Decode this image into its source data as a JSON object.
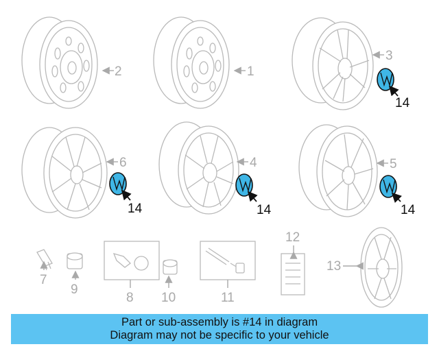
{
  "callouts": {
    "c1": "1",
    "c2": "2",
    "c3": "3",
    "c4": "4",
    "c5": "5",
    "c6": "6",
    "c7": "7",
    "c8": "8",
    "c9": "9",
    "c10": "10",
    "c11": "11",
    "c12": "12",
    "c13": "13",
    "c14a": "14",
    "c14b": "14",
    "c14c": "14",
    "c14d": "14"
  },
  "banner": {
    "line1": "Part or sub-assembly is #14 in diagram",
    "line2": "Diagram may not be specific to your vehicle"
  },
  "colors": {
    "highlight": "#3fb6e6",
    "banner": "#5cc3f2",
    "parts_gray": "#b9b9b9"
  }
}
